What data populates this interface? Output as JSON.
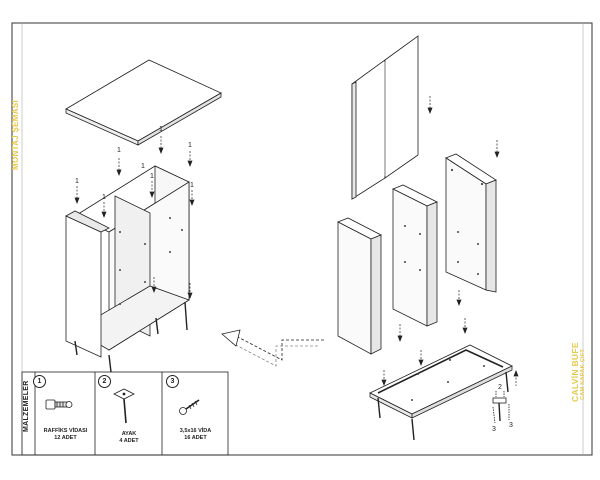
{
  "sheet": {
    "title_vertical": "MONTAJ ŞEMASI",
    "product_name": "CALVİN BÜFE",
    "product_variant": "CAM KAPAK ÇİFT"
  },
  "materials": {
    "heading": "MALZEMELER",
    "items": [
      {
        "number": "1",
        "name": "RAFFİKS VİDASI",
        "qty": "12 ADET",
        "icon": "cam-lock-screw-icon"
      },
      {
        "number": "2",
        "name": "AYAK",
        "qty": "4 ADET",
        "icon": "furniture-leg-icon"
      },
      {
        "number": "3",
        "name": "3,5x16 VİDA",
        "qty": "16 ADET",
        "icon": "wood-screw-icon"
      }
    ]
  },
  "callouts": {
    "top_panel": [
      "1",
      "1",
      "1",
      "1"
    ],
    "cabinet": [
      "1",
      "1",
      "1",
      "1"
    ],
    "base_leg": [
      "2",
      "3",
      "3"
    ]
  }
}
